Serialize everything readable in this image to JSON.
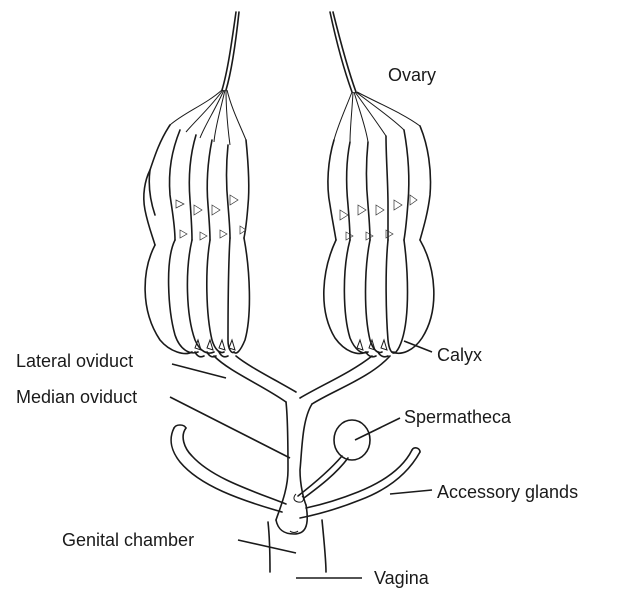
{
  "diagram": {
    "labels": {
      "ovary": "Ovary",
      "calyx": "Calyx",
      "lateral_oviduct": "Lateral oviduct",
      "median_oviduct": "Median oviduct",
      "spermatheca": "Spermatheca",
      "accessory_glands": "Accessory glands",
      "genital_chamber": "Genital chamber",
      "vagina": "Vagina"
    },
    "ink_color": "#1a1a1a",
    "background": "#ffffff"
  }
}
